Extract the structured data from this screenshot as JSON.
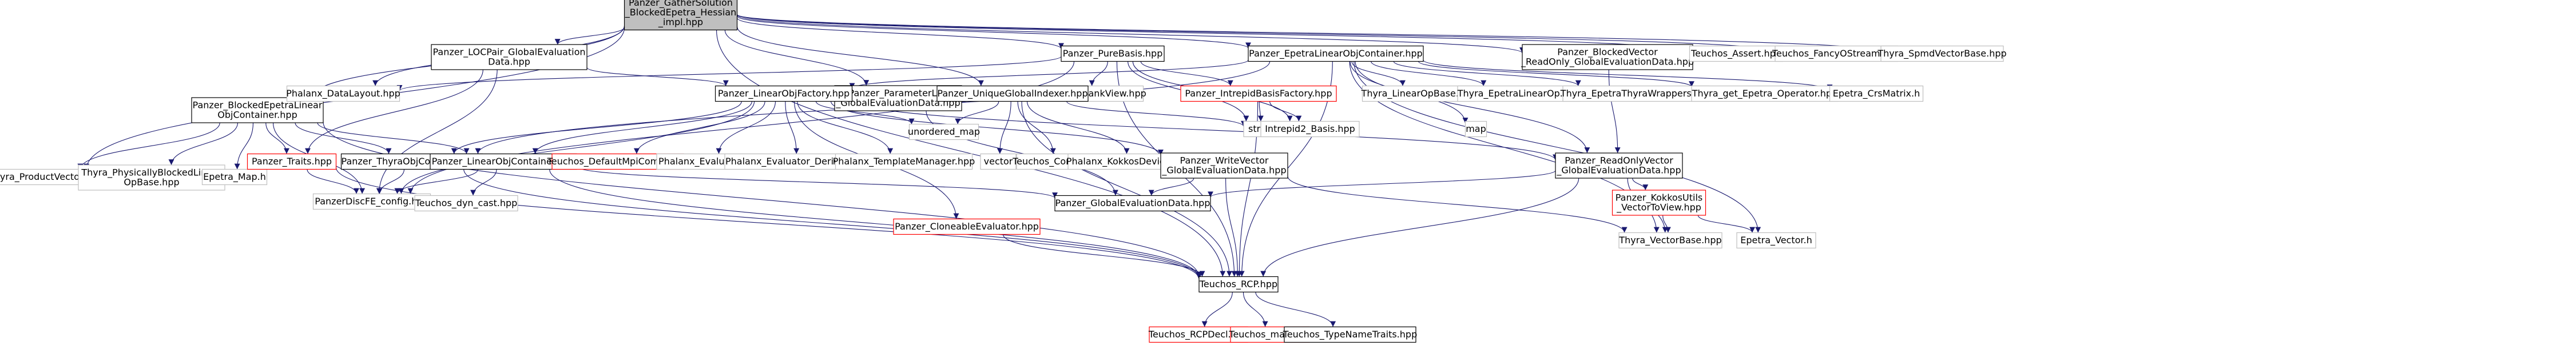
{
  "colors": {
    "edge": "#191970",
    "box_border": "#000000",
    "missing_border": "#ff0000",
    "root_fill": "#bfbfbf",
    "box_fill": "#ffffff",
    "text": "#000000"
  },
  "nodes": [
    {
      "id": "root",
      "lines": [
        "Panzer_GatherSolution",
        "_BlockedEpetra_Hessian",
        "_impl.hpp"
      ],
      "style": "root"
    },
    {
      "id": "loc_pair",
      "lines": [
        "Panzer_LOCPair_GlobalEvaluation",
        "Data.hpp"
      ],
      "style": "normal"
    },
    {
      "id": "pure_basis",
      "lines": [
        "Panzer_PureBasis.hpp"
      ],
      "style": "normal"
    },
    {
      "id": "epetra_lin_obj",
      "lines": [
        "Panzer_EpetraLinearObjContainer.hpp"
      ],
      "style": "normal"
    },
    {
      "id": "blocked_vector",
      "lines": [
        "Panzer_BlockedVector",
        "_ReadOnly_GlobalEvaluationData.hpp"
      ],
      "style": "normal"
    },
    {
      "id": "teuchos_assert",
      "lines": [
        "Teuchos_Assert.hpp"
      ],
      "style": "missing"
    },
    {
      "id": "teuchos_fancy",
      "lines": [
        "Teuchos_FancyOStream.hpp"
      ],
      "style": "missing"
    },
    {
      "id": "thyra_spmd_vector",
      "lines": [
        "Thyra_SpmdVectorBase.hpp"
      ],
      "style": "missing"
    },
    {
      "id": "blocked_epetra",
      "lines": [
        "Panzer_BlockedEpetraLinear",
        "ObjContainer.hpp"
      ],
      "style": "normal"
    },
    {
      "id": "phalanx_data_layout",
      "lines": [
        "Phalanx_DataLayout.hpp"
      ],
      "style": "missing"
    },
    {
      "id": "kokkos_dyn",
      "lines": [
        "Kokkos_DynRankView.hpp"
      ],
      "style": "missing"
    },
    {
      "id": "parameter_list",
      "lines": [
        "Panzer_ParameterList",
        "_GlobalEvaluationData.hpp"
      ],
      "style": "normal"
    },
    {
      "id": "intrepid_basis_factory",
      "lines": [
        "Panzer_IntrepidBasisFactory.hpp"
      ],
      "style": "redbox"
    },
    {
      "id": "thyra_linear_op_base",
      "lines": [
        "Thyra_LinearOpBase.hpp"
      ],
      "style": "missing"
    },
    {
      "id": "thyra_epetra_linear_op",
      "lines": [
        "Thyra_EpetraLinearOp.hpp"
      ],
      "style": "missing"
    },
    {
      "id": "thyra_epetra_wrappers",
      "lines": [
        "Thyra_EpetraThyraWrappers.hpp"
      ],
      "style": "missing"
    },
    {
      "id": "thyra_get_epetra_op",
      "lines": [
        "Thyra_get_Epetra_Operator.hpp"
      ],
      "style": "missing"
    },
    {
      "id": "epetra_crs_matrix",
      "lines": [
        "Epetra_CrsMatrix.h"
      ],
      "style": "missing"
    },
    {
      "id": "thyra_product_vector",
      "lines": [
        "Thyra_ProductVectorBase.hpp"
      ],
      "style": "missing"
    },
    {
      "id": "thyra_phys_blocked",
      "lines": [
        "Thyra_PhysicallyBlockedLinear",
        "OpBase.hpp"
      ],
      "style": "missing"
    },
    {
      "id": "epetra_map",
      "lines": [
        "Epetra_Map.h"
      ],
      "style": "missing"
    },
    {
      "id": "linear_obj_factory",
      "lines": [
        "Panzer_LinearObjFactory.hpp"
      ],
      "style": "normal"
    },
    {
      "id": "unique_global_indexer",
      "lines": [
        "Panzer_UniqueGlobalIndexer.hpp"
      ],
      "style": "normal"
    },
    {
      "id": "panzer_traits",
      "lines": [
        "Panzer_Traits.hpp"
      ],
      "style": "redbox"
    },
    {
      "id": "thyra_obj_container",
      "lines": [
        "Panzer_ThyraObjContainer.hpp"
      ],
      "style": "normal"
    },
    {
      "id": "linear_obj_container",
      "lines": [
        "Panzer_LinearObjContainer.hpp"
      ],
      "style": "normal"
    },
    {
      "id": "default_mp_comm",
      "lines": [
        "Teuchos_DefaultMpiComm.hpp"
      ],
      "style": "redbox"
    },
    {
      "id": "phalanx_evaluator",
      "lines": [
        "Phalanx_Evaluator.hpp"
      ],
      "style": "missing"
    },
    {
      "id": "phalanx_evaluator_derived",
      "lines": [
        "Phalanx_Evaluator_Derived.hpp"
      ],
      "style": "missing"
    },
    {
      "id": "phalanx_template_manager",
      "lines": [
        "Phalanx_TemplateManager.hpp"
      ],
      "style": "missing"
    },
    {
      "id": "unordered_map",
      "lines": [
        "unordered_map"
      ],
      "style": "missing"
    },
    {
      "id": "vector",
      "lines": [
        "vector"
      ],
      "style": "missing"
    },
    {
      "id": "teuchos_comm",
      "lines": [
        "Teuchos_Comm.hpp"
      ],
      "style": "missing"
    },
    {
      "id": "phalanx_kokkos_device",
      "lines": [
        "Phalanx_KokkosDeviceTypes.hpp"
      ],
      "style": "missing"
    },
    {
      "id": "write_vector",
      "lines": [
        "Panzer_WriteVector",
        "_GlobalEvaluationData.hpp"
      ],
      "style": "normal"
    },
    {
      "id": "string",
      "lines": [
        "string"
      ],
      "style": "missing"
    },
    {
      "id": "intrepid2_basis",
      "lines": [
        "Intrepid2_Basis.hpp"
      ],
      "style": "missing"
    },
    {
      "id": "map",
      "lines": [
        "map"
      ],
      "style": "missing"
    },
    {
      "id": "read_only_vector",
      "lines": [
        "Panzer_ReadOnlyVector",
        "_GlobalEvaluationData.hpp"
      ],
      "style": "normal"
    },
    {
      "id": "panzer_dof_config",
      "lines": [
        "PanzerDiscFE_config.hpp"
      ],
      "style": "missing"
    },
    {
      "id": "teuchos_dyn_cast",
      "lines": [
        "Teuchos_dyn_cast.hpp"
      ],
      "style": "missing"
    },
    {
      "id": "cloneable_evaluator",
      "lines": [
        "Panzer_CloneableEvaluator.hpp"
      ],
      "style": "redbox"
    },
    {
      "id": "global_eval_data",
      "lines": [
        "Panzer_GlobalEvaluationData.hpp"
      ],
      "style": "normal"
    },
    {
      "id": "kokkos_utils",
      "lines": [
        "Panzer_KokkosUtils",
        "_VectorToView.hpp"
      ],
      "style": "redbox"
    },
    {
      "id": "thyra_vector_base",
      "lines": [
        "Thyra_VectorBase.hpp"
      ],
      "style": "missing"
    },
    {
      "id": "epetra_vector",
      "lines": [
        "Epetra_Vector.h"
      ],
      "style": "missing"
    },
    {
      "id": "teuchos_rcp",
      "lines": [
        "Teuchos_RCP.hpp"
      ],
      "style": "normal"
    },
    {
      "id": "teuchos_rcp_decl",
      "lines": [
        "Teuchos_RCPDecl.hpp"
      ],
      "style": "redbox"
    },
    {
      "id": "teuchos_map",
      "lines": [
        "Teuchos_map.hpp"
      ],
      "style": "redbox"
    },
    {
      "id": "teuchos_type_name",
      "lines": [
        "Teuchos_TypeNameTraits.hpp"
      ],
      "style": "normal"
    }
  ],
  "edges": [
    [
      "root",
      "loc_pair"
    ],
    [
      "root",
      "pure_basis"
    ],
    [
      "root",
      "epetra_lin_obj"
    ],
    [
      "root",
      "blocked_vector"
    ],
    [
      "root",
      "teuchos_assert"
    ],
    [
      "root",
      "teuchos_fancy"
    ],
    [
      "root",
      "thyra_spmd_vector"
    ],
    [
      "root",
      "blocked_epetra"
    ],
    [
      "root",
      "phalanx_data_layout"
    ],
    [
      "root",
      "parameter_list"
    ],
    [
      "root",
      "unique_global_indexer"
    ],
    [
      "root",
      "thyra_product_vector"
    ],
    [
      "root",
      "teuchos_rcp"
    ],
    [
      "loc_pair",
      "linear_obj_factory"
    ],
    [
      "loc_pair",
      "panzer_traits"
    ],
    [
      "loc_pair",
      "panzer_dof_config"
    ],
    [
      "pure_basis",
      "phalanx_data_layout"
    ],
    [
      "pure_basis",
      "kokkos_dyn"
    ],
    [
      "pure_basis",
      "intrepid_basis_factory"
    ],
    [
      "pure_basis",
      "panzer_dof_config"
    ],
    [
      "pure_basis",
      "string"
    ],
    [
      "pure_basis",
      "intrepid2_basis"
    ],
    [
      "pure_basis",
      "teuchos_rcp"
    ],
    [
      "epetra_lin_obj",
      "linear_obj_factory"
    ],
    [
      "epetra_lin_obj",
      "thyra_linear_op_base"
    ],
    [
      "epetra_lin_obj",
      "thyra_epetra_linear_op"
    ],
    [
      "epetra_lin_obj",
      "thyra_epetra_wrappers"
    ],
    [
      "epetra_lin_obj",
      "thyra_get_epetra_op"
    ],
    [
      "epetra_lin_obj",
      "epetra_crs_matrix"
    ],
    [
      "epetra_lin_obj",
      "thyra_obj_container"
    ],
    [
      "epetra_lin_obj",
      "map"
    ],
    [
      "epetra_lin_obj",
      "read_only_vector"
    ],
    [
      "epetra_lin_obj",
      "thyra_vector_base"
    ],
    [
      "epetra_lin_obj",
      "epetra_vector"
    ],
    [
      "epetra_lin_obj",
      "teuchos_rcp"
    ],
    [
      "blocked_vector",
      "read_only_vector"
    ],
    [
      "blocked_epetra",
      "thyra_product_vector"
    ],
    [
      "blocked_epetra",
      "thyra_phys_blocked"
    ],
    [
      "blocked_epetra",
      "epetra_map"
    ],
    [
      "blocked_epetra",
      "panzer_traits"
    ],
    [
      "blocked_epetra",
      "thyra_obj_container"
    ],
    [
      "blocked_epetra",
      "linear_obj_container"
    ],
    [
      "blocked_epetra",
      "panzer_dof_config"
    ],
    [
      "blocked_epetra",
      "teuchos_rcp"
    ],
    [
      "parameter_list",
      "global_eval_data"
    ],
    [
      "intrepid_basis_factory",
      "string"
    ],
    [
      "intrepid_basis_factory",
      "intrepid2_basis"
    ],
    [
      "intrepid_basis_factory",
      "teuchos_rcp"
    ],
    [
      "linear_obj_factory",
      "thyra_obj_container"
    ],
    [
      "linear_obj_factory",
      "linear_obj_container"
    ],
    [
      "linear_obj_factory",
      "default_mp_comm"
    ],
    [
      "linear_obj_factory",
      "phalanx_evaluator"
    ],
    [
      "linear_obj_factory",
      "phalanx_evaluator_derived"
    ],
    [
      "linear_obj_factory",
      "phalanx_template_manager"
    ],
    [
      "linear_obj_factory",
      "unordered_map"
    ],
    [
      "linear_obj_factory",
      "cloneable_evaluator"
    ],
    [
      "linear_obj_factory",
      "write_vector"
    ],
    [
      "linear_obj_factory",
      "read_only_vector"
    ],
    [
      "linear_obj_factory",
      "panzer_dof_config"
    ],
    [
      "unique_global_indexer",
      "unordered_map"
    ],
    [
      "unique_global_indexer",
      "vector"
    ],
    [
      "unique_global_indexer",
      "teuchos_comm"
    ],
    [
      "unique_global_indexer",
      "phalanx_kokkos_device"
    ],
    [
      "unique_global_indexer",
      "string"
    ],
    [
      "unique_global_indexer",
      "teuchos_rcp"
    ],
    [
      "panzer_traits",
      "panzer_dof_config"
    ],
    [
      "panzer_traits",
      "teuchos_rcp"
    ],
    [
      "thyra_obj_container",
      "panzer_dof_config"
    ],
    [
      "thyra_obj_container",
      "teuchos_rcp"
    ],
    [
      "linear_obj_container",
      "teuchos_dyn_cast"
    ],
    [
      "linear_obj_container",
      "global_eval_data"
    ],
    [
      "linear_obj_container",
      "panzer_dof_config"
    ],
    [
      "linear_obj_container",
      "teuchos_rcp"
    ],
    [
      "write_vector",
      "global_eval_data"
    ],
    [
      "write_vector",
      "thyra_vector_base"
    ],
    [
      "write_vector",
      "teuchos_rcp"
    ],
    [
      "read_only_vector",
      "global_eval_data"
    ],
    [
      "read_only_vector",
      "kokkos_utils"
    ],
    [
      "read_only_vector",
      "thyra_vector_base"
    ],
    [
      "read_only_vector",
      "teuchos_rcp"
    ],
    [
      "kokkos_utils",
      "thyra_vector_base"
    ],
    [
      "kokkos_utils",
      "epetra_vector"
    ],
    [
      "cloneable_evaluator",
      "teuchos_rcp"
    ],
    [
      "teuchos_rcp",
      "teuchos_rcp_decl"
    ],
    [
      "teuchos_rcp",
      "teuchos_map"
    ],
    [
      "teuchos_rcp",
      "teuchos_type_name"
    ]
  ]
}
